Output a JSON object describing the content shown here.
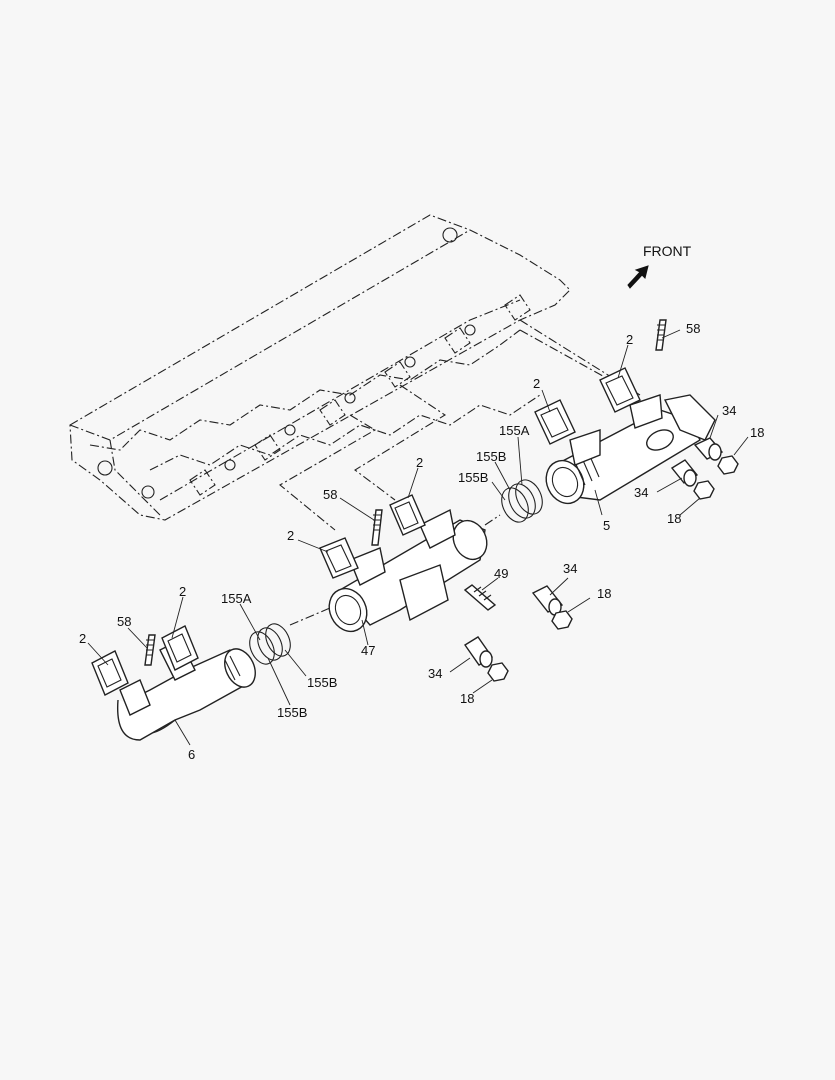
{
  "front_label": "FRONT",
  "labels": {
    "l_58_top": "58",
    "l_2_rear_a": "2",
    "l_2_rear_b": "2",
    "l_155a_rear": "155A",
    "l_155b_rear_a": "155B",
    "l_155b_rear_b": "155B",
    "l_34_rear_a": "34",
    "l_18_rear_a": "18",
    "l_34_rear_b": "34",
    "l_18_rear_b": "18",
    "l_5": "5",
    "l_2_mid_a": "2",
    "l_58_mid": "58",
    "l_2_mid_b": "2",
    "l_49": "49",
    "l_47": "47",
    "l_34_mid_a": "34",
    "l_18_mid_a": "18",
    "l_34_mid_b": "34",
    "l_18_mid_b": "18",
    "l_155a_front": "155A",
    "l_155b_front_a": "155B",
    "l_155b_front_b": "155B",
    "l_2_front_a": "2",
    "l_2_front_b": "2",
    "l_58_front": "58",
    "l_6": "6"
  }
}
